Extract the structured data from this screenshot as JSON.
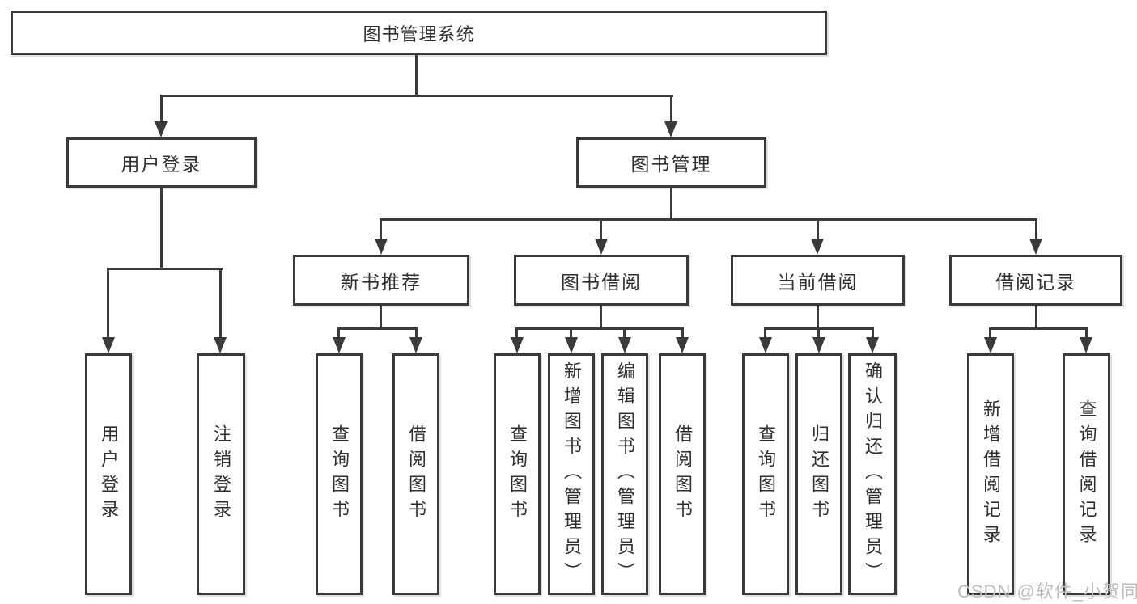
{
  "root": {
    "label": "图书管理系统"
  },
  "branches": [
    {
      "label": "用户登录",
      "children": [
        {
          "label": "用户登录"
        },
        {
          "label": "注销登录"
        }
      ]
    },
    {
      "label": "图书管理",
      "children": [
        {
          "label": "新书推荐",
          "children": [
            {
              "label": "查询图书"
            },
            {
              "label": "借阅图书"
            }
          ]
        },
        {
          "label": "图书借阅",
          "children": [
            {
              "label": "查询图书"
            },
            {
              "label": "新增图书（管理员）"
            },
            {
              "label": "编辑图书（管理员）"
            },
            {
              "label": "借阅图书"
            }
          ]
        },
        {
          "label": "当前借阅",
          "children": [
            {
              "label": "查询图书"
            },
            {
              "label": "归还图书"
            },
            {
              "label": "确认归还（管理员）"
            }
          ]
        },
        {
          "label": "借阅记录",
          "children": [
            {
              "label": "新增借阅记录"
            },
            {
              "label": "查询借阅记录"
            }
          ]
        }
      ]
    }
  ],
  "watermark": "CSDN @软件_小贺同学",
  "colors": {
    "line": "#3a3a3a",
    "text": "#2f2f2f",
    "watermark": "#bdbdbd",
    "background": "#ffffff"
  }
}
